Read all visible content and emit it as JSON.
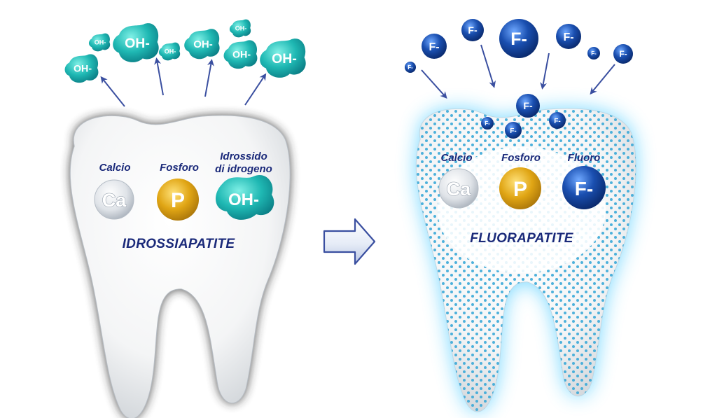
{
  "left_panel": {
    "title": "IDROSSIAPATITE",
    "calcium_label": "Calcio",
    "phosphorus_label": "Fosforo",
    "hydroxide_label_line1": "Idrossido",
    "hydroxide_label_line2": "di idrogeno",
    "calcium_symbol": "Ca",
    "phosphorus_symbol": "P",
    "hydroxide_symbol": "OH-",
    "released_ion_symbol": "OH-"
  },
  "right_panel": {
    "title": "FLUORAPATITE",
    "calcium_label": "Calcio",
    "phosphorus_label": "Fosforo",
    "fluorine_label": "Fluoro",
    "calcium_symbol": "Ca",
    "phosphorus_symbol": "P",
    "fluoride_symbol": "F-",
    "incoming_ion_symbol": "F-"
  },
  "colors": {
    "label_text": "#1b2a7a",
    "hydroxide_teal": "#1fb8b3",
    "fluoride_blue": "#1a4fb0",
    "phosphorus_gold": "#e0a514",
    "calcium_silver": "#d3d8de",
    "glow_blue": "#7fdcff",
    "arrow_blue": "#3a4fa0",
    "enamel_dots": "#3aa9d8"
  },
  "icons": {
    "process_arrow": "right-arrow-icon",
    "ion_arrows": "arrow-icon"
  }
}
